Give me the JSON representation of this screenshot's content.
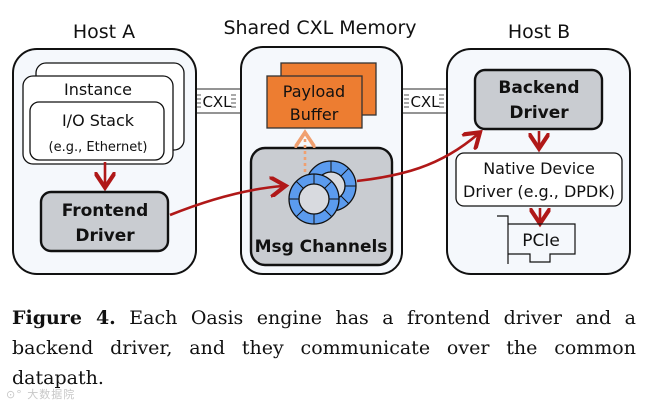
{
  "diagram": {
    "host_a": {
      "title": "Host A",
      "instance_label": "Instance",
      "io_stack_label": "I/O Stack",
      "io_stack_sublabel": "(e.g., Ethernet)",
      "frontend_line1": "Frontend",
      "frontend_line2": "Driver"
    },
    "shared_memory": {
      "title": "Shared CXL Memory",
      "payload_line1": "Payload",
      "payload_line2": "Buffer",
      "msg_channels_label": "Msg Channels"
    },
    "host_b": {
      "title": "Host B",
      "backend_line1": "Backend",
      "backend_line2": "Driver",
      "native_line1": "Native Device",
      "native_line2": "Driver (e.g., DPDK)",
      "pcie_label": "PCIe"
    },
    "links": {
      "left_cxl_label": "CXL",
      "right_cxl_label": "CXL"
    },
    "colors": {
      "arrow_red": "#b01818",
      "payload_orange": "#ed7d31",
      "ring_blue": "#5b9bee",
      "driver_gray": "#c9ccd1",
      "panel_bg": "#f5f8fc",
      "dotted_orange": "#f0a070"
    }
  },
  "caption": {
    "label": "Figure 4.",
    "text": " Each Oasis engine has a frontend driver and a backend driver, and they communicate over the common datapath."
  },
  "watermark": "⊙° 大数据院"
}
